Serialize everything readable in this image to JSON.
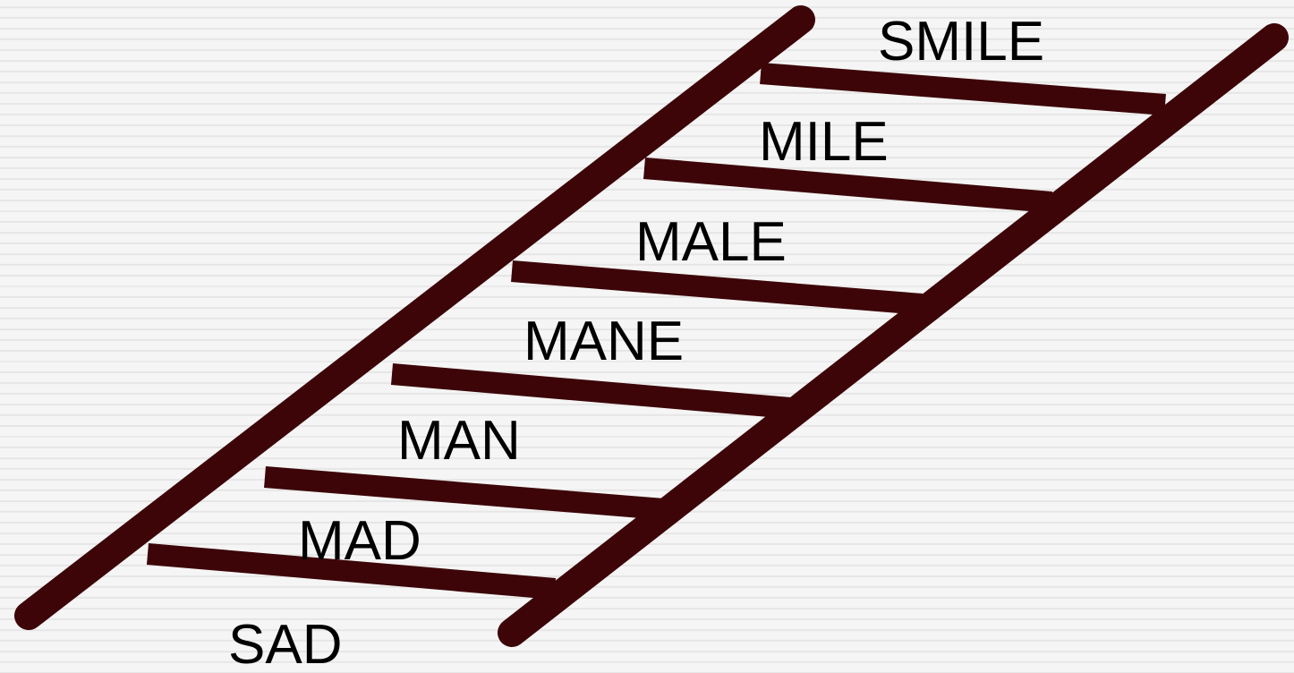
{
  "ladder": {
    "color": "#3d0508",
    "words": [
      "SMILE",
      "MILE",
      "MALE",
      "MANE",
      "MAN",
      "MAD",
      "SAD"
    ]
  }
}
